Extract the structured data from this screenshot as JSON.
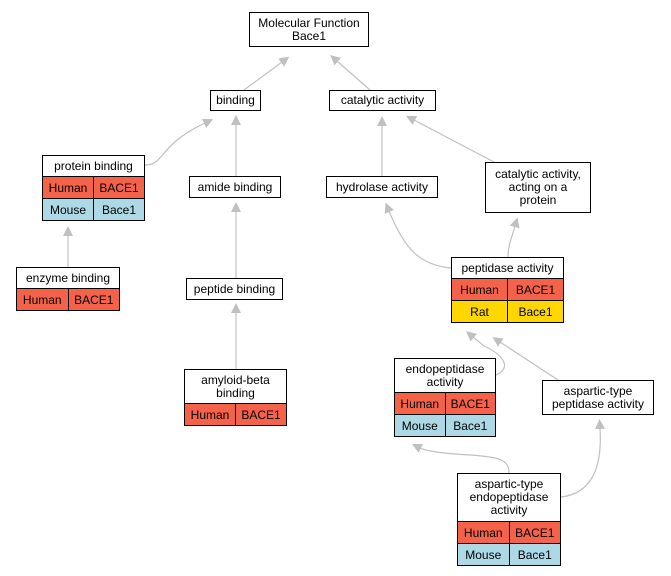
{
  "colors": {
    "edge": "#c0c0c0",
    "human": "#f5624a",
    "mouse": "#add8e6",
    "rat": "#ffd700"
  },
  "nodes": {
    "molecular_function": {
      "label": "Molecular Function\nBace1",
      "rows": []
    },
    "binding": {
      "label": "binding",
      "rows": []
    },
    "catalytic_activity": {
      "label": "catalytic activity",
      "rows": []
    },
    "protein_binding": {
      "label": "protein binding",
      "rows": [
        {
          "species": "Human",
          "gene": "BACE1",
          "color": "human"
        },
        {
          "species": "Mouse",
          "gene": "Bace1",
          "color": "mouse"
        }
      ]
    },
    "amide_binding": {
      "label": "amide binding",
      "rows": []
    },
    "hydrolase_activity": {
      "label": "hydrolase activity",
      "rows": []
    },
    "catalytic_on_protein": {
      "label": "catalytic activity,\nacting on a\nprotein",
      "rows": []
    },
    "enzyme_binding": {
      "label": "enzyme binding",
      "rows": [
        {
          "species": "Human",
          "gene": "BACE1",
          "color": "human"
        }
      ]
    },
    "peptide_binding": {
      "label": "peptide binding",
      "rows": []
    },
    "peptidase_activity": {
      "label": "peptidase activity",
      "rows": [
        {
          "species": "Human",
          "gene": "BACE1",
          "color": "human"
        },
        {
          "species": "Rat",
          "gene": "Bace1",
          "color": "rat"
        }
      ]
    },
    "amyloid_beta_binding": {
      "label": "amyloid-beta\nbinding",
      "rows": [
        {
          "species": "Human",
          "gene": "BACE1",
          "color": "human"
        }
      ]
    },
    "endopeptidase_activity": {
      "label": "endopeptidase\nactivity",
      "rows": [
        {
          "species": "Human",
          "gene": "BACE1",
          "color": "human"
        },
        {
          "species": "Mouse",
          "gene": "Bace1",
          "color": "mouse"
        }
      ]
    },
    "aspartic_peptidase": {
      "label": "aspartic-type\npeptidase activity",
      "rows": []
    },
    "aspartic_endopeptidase": {
      "label": "aspartic-type\nendopeptidase\nactivity",
      "rows": [
        {
          "species": "Human",
          "gene": "BACE1",
          "color": "human"
        },
        {
          "species": "Mouse",
          "gene": "Bace1",
          "color": "mouse"
        }
      ]
    }
  },
  "edges": [
    {
      "from": "binding",
      "to": "molecular_function"
    },
    {
      "from": "catalytic_activity",
      "to": "molecular_function"
    },
    {
      "from": "protein_binding",
      "to": "binding"
    },
    {
      "from": "amide_binding",
      "to": "binding"
    },
    {
      "from": "hydrolase_activity",
      "to": "catalytic_activity"
    },
    {
      "from": "catalytic_on_protein",
      "to": "catalytic_activity"
    },
    {
      "from": "enzyme_binding",
      "to": "protein_binding"
    },
    {
      "from": "peptide_binding",
      "to": "amide_binding"
    },
    {
      "from": "peptidase_activity",
      "to": "hydrolase_activity"
    },
    {
      "from": "peptidase_activity",
      "to": "catalytic_on_protein"
    },
    {
      "from": "amyloid_beta_binding",
      "to": "peptide_binding"
    },
    {
      "from": "endopeptidase_activity",
      "to": "peptidase_activity"
    },
    {
      "from": "aspartic_peptidase",
      "to": "peptidase_activity"
    },
    {
      "from": "aspartic_endopeptidase",
      "to": "endopeptidase_activity"
    },
    {
      "from": "aspartic_endopeptidase",
      "to": "aspartic_peptidase"
    }
  ]
}
